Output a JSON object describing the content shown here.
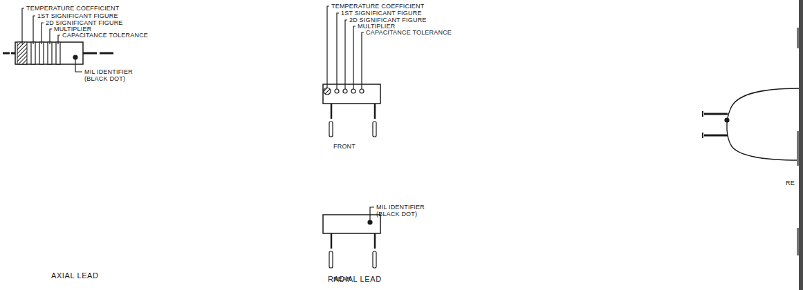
{
  "diagram": {
    "labels": [
      "TEMPERATURE COEFFICIENT",
      "1ST SIGNIFICANT FIGURE",
      "2D SIGNIFICANT FIGURE",
      "MULTIPLIER",
      "CAPACITANCE TOLERANCE",
      "MIL IDENTIFIER (BLACK DOT)",
      "TEMPERATURE COEFFICIENT",
      "1ST SIGNIFICANT FIGURE",
      "2D SIGNIFICANT FIGURE",
      "MULTIPLIER",
      "CAPACITANCE TOLERANCE",
      "FRONT",
      "MIL IDENTIFIER (BLACK DOT)",
      "REAR",
      "AXIAL LEAD",
      "RADIAL LEAD",
      "RE"
    ]
  }
}
